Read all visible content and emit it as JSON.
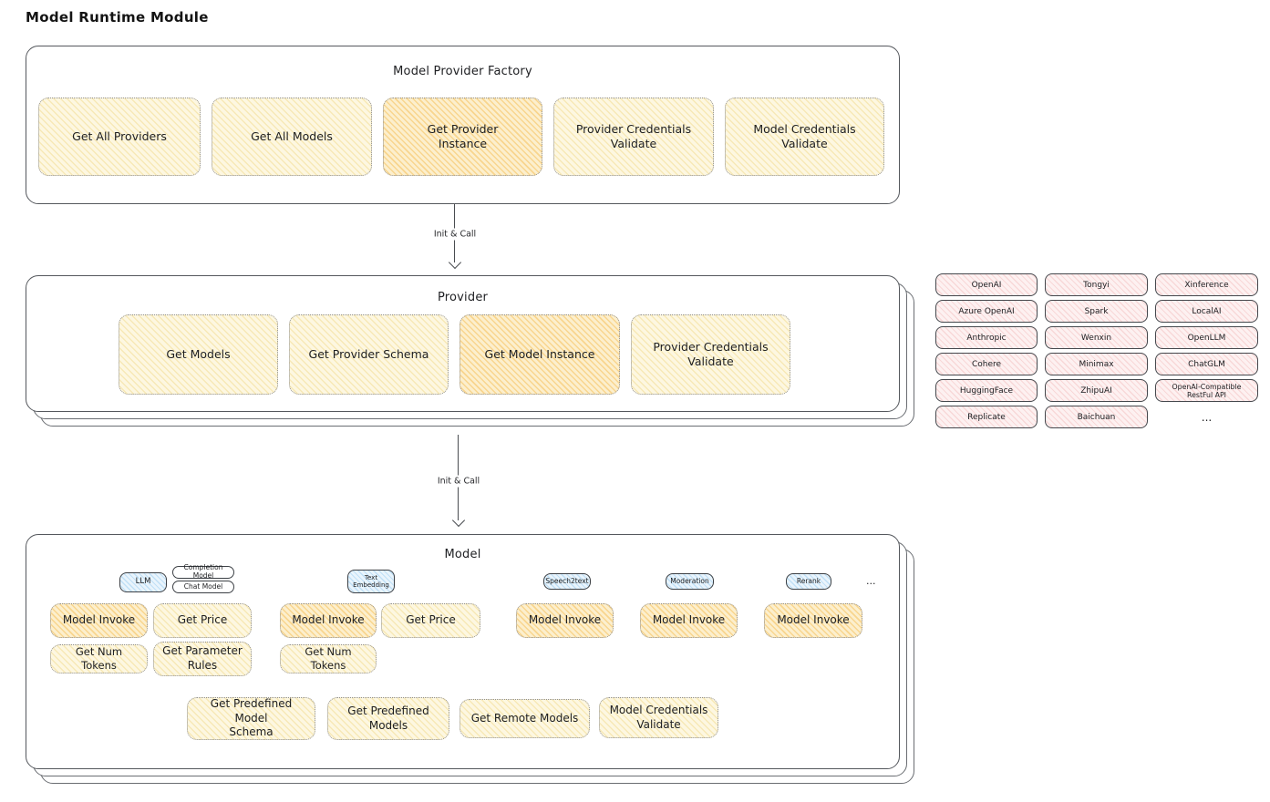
{
  "page_title": "Model Runtime Module",
  "factory": {
    "title": "Model Provider Factory",
    "items": [
      "Get All Providers",
      "Get All Models",
      "Get Provider\nInstance",
      "Provider Credentials\nValidate",
      "Model Credentials\nValidate"
    ]
  },
  "arrow1": {
    "label": "Init & Call"
  },
  "arrow2": {
    "label": "Init & Call"
  },
  "provider": {
    "title": "Provider",
    "items": [
      "Get Models",
      "Get Provider Schema",
      "Get Model Instance",
      "Provider Credentials\nValidate"
    ]
  },
  "vendors": {
    "items": [
      "OpenAI",
      "Tongyi",
      "Xinference",
      "Azure OpenAI",
      "Spark",
      "LocalAI",
      "Anthropic",
      "Wenxin",
      "OpenLLM",
      "Cohere",
      "Minimax",
      "ChatGLM",
      "HuggingFace",
      "ZhipuAI",
      "OpenAI-Compatible RestFul API",
      "Replicate",
      "Baichuan"
    ],
    "more": "..."
  },
  "model": {
    "title": "Model",
    "tags": {
      "llm": "LLM",
      "completion": "Completion Model",
      "chat": "Chat Model",
      "text_embedding": "Text\nEmbedding",
      "speech2text": "Speech2text",
      "moderation": "Moderation",
      "rerank": "Rerank",
      "more": "..."
    },
    "ops": {
      "model_invoke": "Model Invoke",
      "get_price": "Get Price",
      "get_num_tokens": "Get Num Tokens",
      "get_parameter_rules": "Get Parameter\nRules"
    },
    "bottom": [
      "Get Predefined Model\nSchema",
      "Get Predefined\nModels",
      "Get Remote Models",
      "Model Credentials\nValidate"
    ]
  },
  "colors": {
    "yellow_fill": "#fdf7e1",
    "orange_fill": "#fcefcd",
    "pink_fill": "#fdf1f1",
    "blue_fill": "#e9f4fc",
    "border_dark": "#3c4045",
    "border_dotted": "#8f8f90"
  }
}
